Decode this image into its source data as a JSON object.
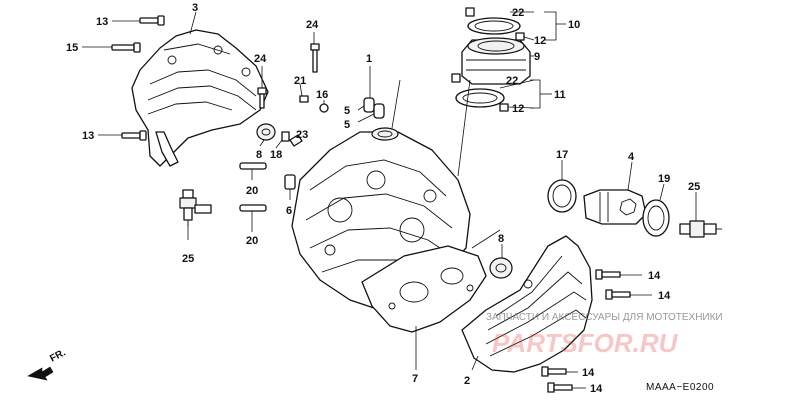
{
  "diagram": {
    "code": "MAAA−E0200",
    "front_marker": "FR.",
    "callouts": [
      "1",
      "2",
      "3",
      "4",
      "5",
      "5",
      "6",
      "7",
      "8",
      "8",
      "9",
      "10",
      "11",
      "12",
      "12",
      "13",
      "13",
      "14",
      "14",
      "14",
      "14",
      "15",
      "16",
      "17",
      "18",
      "19",
      "20",
      "20",
      "21",
      "22",
      "22",
      "23",
      "24",
      "24",
      "25",
      "25"
    ]
  },
  "watermark": {
    "brand": "PARTSFOR.RU",
    "slogan": "ЗАПЧАСТИ И АКСЕССУАРЫ ДЛЯ МОТОТЕХНИКИ"
  }
}
